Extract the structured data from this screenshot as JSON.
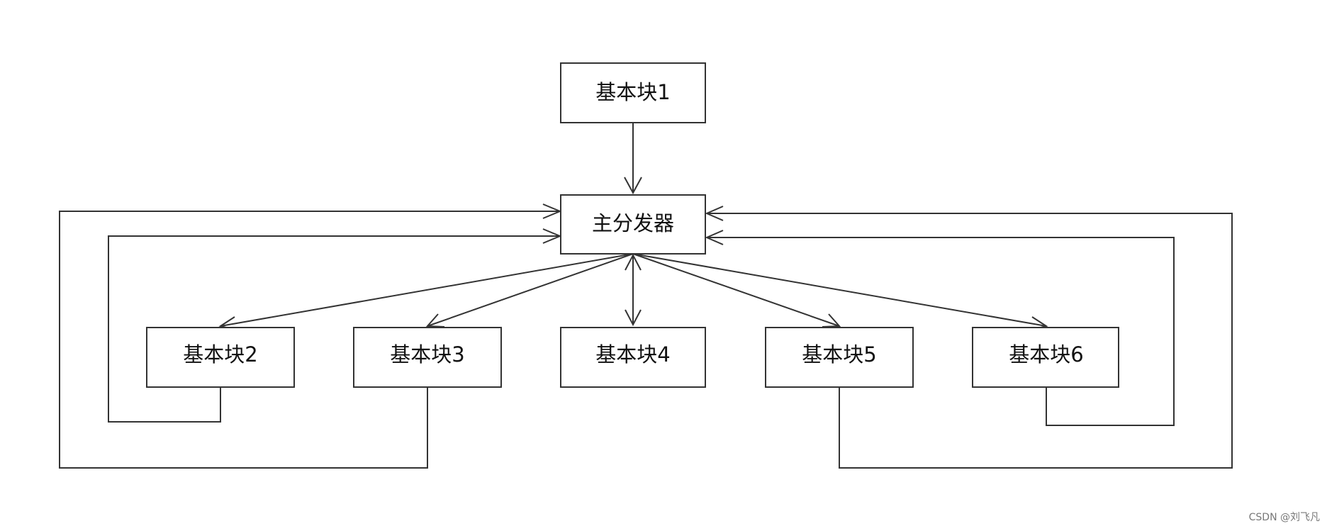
{
  "diagram": {
    "nodes": {
      "block1": "基本块1",
      "dispatcher": "主分发器",
      "block2": "基本块2",
      "block3": "基本块3",
      "block4": "基本块4",
      "block5": "基本块5",
      "block6": "基本块6"
    },
    "edges": [
      {
        "from": "block1",
        "to": "dispatcher"
      },
      {
        "from": "dispatcher",
        "to": "block2"
      },
      {
        "from": "dispatcher",
        "to": "block3"
      },
      {
        "from": "dispatcher",
        "to": "block4"
      },
      {
        "from": "dispatcher",
        "to": "block5"
      },
      {
        "from": "dispatcher",
        "to": "block6"
      },
      {
        "from": "block2",
        "to": "dispatcher"
      },
      {
        "from": "block3",
        "to": "dispatcher"
      },
      {
        "from": "block4",
        "to": "dispatcher"
      },
      {
        "from": "block5",
        "to": "dispatcher"
      },
      {
        "from": "block6",
        "to": "dispatcher"
      }
    ]
  },
  "watermark": "CSDN @刘飞凡"
}
